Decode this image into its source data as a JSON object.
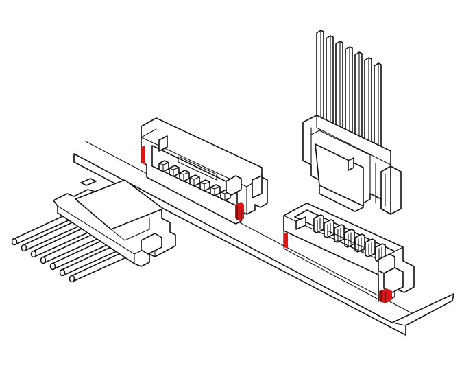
{
  "colors": {
    "background": "#ffffff",
    "outline": "#111111",
    "latch_accent": "#e01414",
    "shade": "#dcdcdc"
  },
  "components": {
    "board": "pcb-board",
    "connectors": [
      "wire-to-board-plug-horizontal",
      "board-header-horizontal",
      "wire-to-board-plug-vertical",
      "board-header-vertical"
    ],
    "pin_count_per_connector": 7
  }
}
